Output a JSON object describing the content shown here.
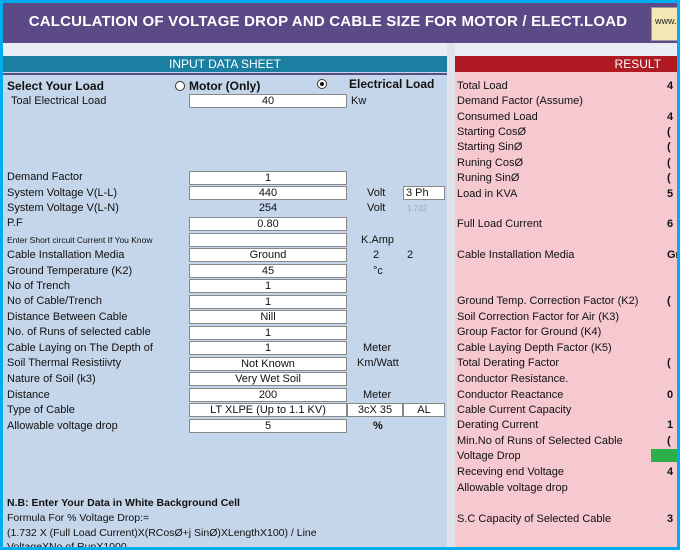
{
  "title": "CALCULATION OF VOLTAGE DROP AND CABLE SIZE FOR MOTOR / ELECT.LOAD",
  "title_tab": "www.",
  "input_header": "INPUT DATA SHEET",
  "result_header": "RESULT",
  "select_load": {
    "label": "Select Your Load",
    "option_motor": "Motor (Only)",
    "option_electrical": "Electrical Load",
    "selected": "Electrical Load"
  },
  "inputs": {
    "total_load_label": "Toal Electrical Load",
    "total_load_value": "40",
    "total_load_unit": "Kw",
    "demand_factor_label": "Demand Factor",
    "demand_factor_value": "1",
    "sys_vll_label": "System Voltage  V(L-L)",
    "sys_vll_value": "440",
    "sys_vll_unit": "Volt",
    "phase_value": "3 Ph",
    "sys_vln_label": "System Voltage  V(L-N)",
    "sys_vln_value": "254",
    "sys_vln_unit": "Volt",
    "sqrt3": "1.732",
    "pf_label": "P.F",
    "pf_value": "0.80",
    "sc_label": "Enter Short circuit Current If You Know",
    "sc_unit": "K.Amp",
    "media_label": "Cable Installation Media",
    "media_value": "Ground",
    "media_code1": "2",
    "media_code2": "2",
    "ground_temp_label": "Ground Temperature (K2)",
    "ground_temp_value": "45",
    "ground_temp_unit": "°c",
    "no_trench_label": "No of Trench",
    "no_trench_value": "1",
    "no_cable_label": "No of Cable/Trench",
    "no_cable_value": "1",
    "distance_between_label": "Distance Between Cable",
    "distance_between_value": "Nill",
    "runs_label": "No. of Runs of selected cable",
    "runs_value": "1",
    "depth_label": "Cable Laying on The Depth of",
    "depth_value": "1",
    "depth_unit": "Meter",
    "soil_res_label": "Soil Thermal Resistiivty",
    "soil_res_value": "Not Known",
    "soil_res_unit": "Km/Watt",
    "soil_nature_label": "Nature of Soil (k3)",
    "soil_nature_value": "Very Wet Soil",
    "distance_label": "Distance",
    "distance_value": "200",
    "distance_unit": "Meter",
    "cable_type_label": "Type of Cable",
    "cable_type_value": "LT XLPE (Up to 1.1 KV)",
    "cable_size_value": "3cX 35",
    "cable_material_value": "AL",
    "allow_vd_label": "Allowable voltage drop",
    "allow_vd_value": "5",
    "allow_vd_unit": "%"
  },
  "notes": {
    "line1": "N.B: Enter Your Data in White Background Cell",
    "line2": "Formula For % Voltage Drop:=",
    "line3": "(1.732 X (Full Load Current)X(RCosØ+j SinØ)XLengthX100) / Line",
    "line4": "VoltageXNo of RunX1000"
  },
  "results": [
    {
      "label": "Total Load",
      "value": "4"
    },
    {
      "label": "Demand Factor (Assume)",
      "value": ""
    },
    {
      "label": "Consumed Load",
      "value": "4"
    },
    {
      "label": "Starting CosØ",
      "value": "("
    },
    {
      "label": "Starting SinØ",
      "value": "("
    },
    {
      "label": "Runing CosØ",
      "value": "("
    },
    {
      "label": "Runing SinØ",
      "value": "("
    },
    {
      "label": "Load in  KVA",
      "value": "5"
    },
    {
      "label": "Full Load Current",
      "value": "6"
    },
    {
      "label": "Cable Installation Media",
      "value": "Gr"
    },
    {
      "label": "Ground Temp. Correction Factor (K2)",
      "value": "("
    },
    {
      "label": "Soil Correction Factor for Air (K3)",
      "value": ""
    },
    {
      "label": "Group Factor for Ground (K4)",
      "value": ""
    },
    {
      "label": "Cable Laying Depth Factor (K5)",
      "value": ""
    },
    {
      "label": "Total Derating Factor",
      "value": "("
    },
    {
      "label": "Conductor Resistance.",
      "value": ""
    },
    {
      "label": "Conductor Reactance",
      "value": "0"
    },
    {
      "label": "Cable Current Capacity",
      "value": ""
    },
    {
      "label": "Derating  Current",
      "value": "1"
    },
    {
      "label": "Min.No of Runs of Selected Cable",
      "value": "("
    },
    {
      "label": "Voltage Drop",
      "value": ""
    },
    {
      "label": "Receving end Voltage",
      "value": "4"
    },
    {
      "label": "Allowable voltage drop",
      "value": ""
    },
    {
      "label": "S.C Capacity of Selected Cable",
      "value": "3"
    }
  ]
}
